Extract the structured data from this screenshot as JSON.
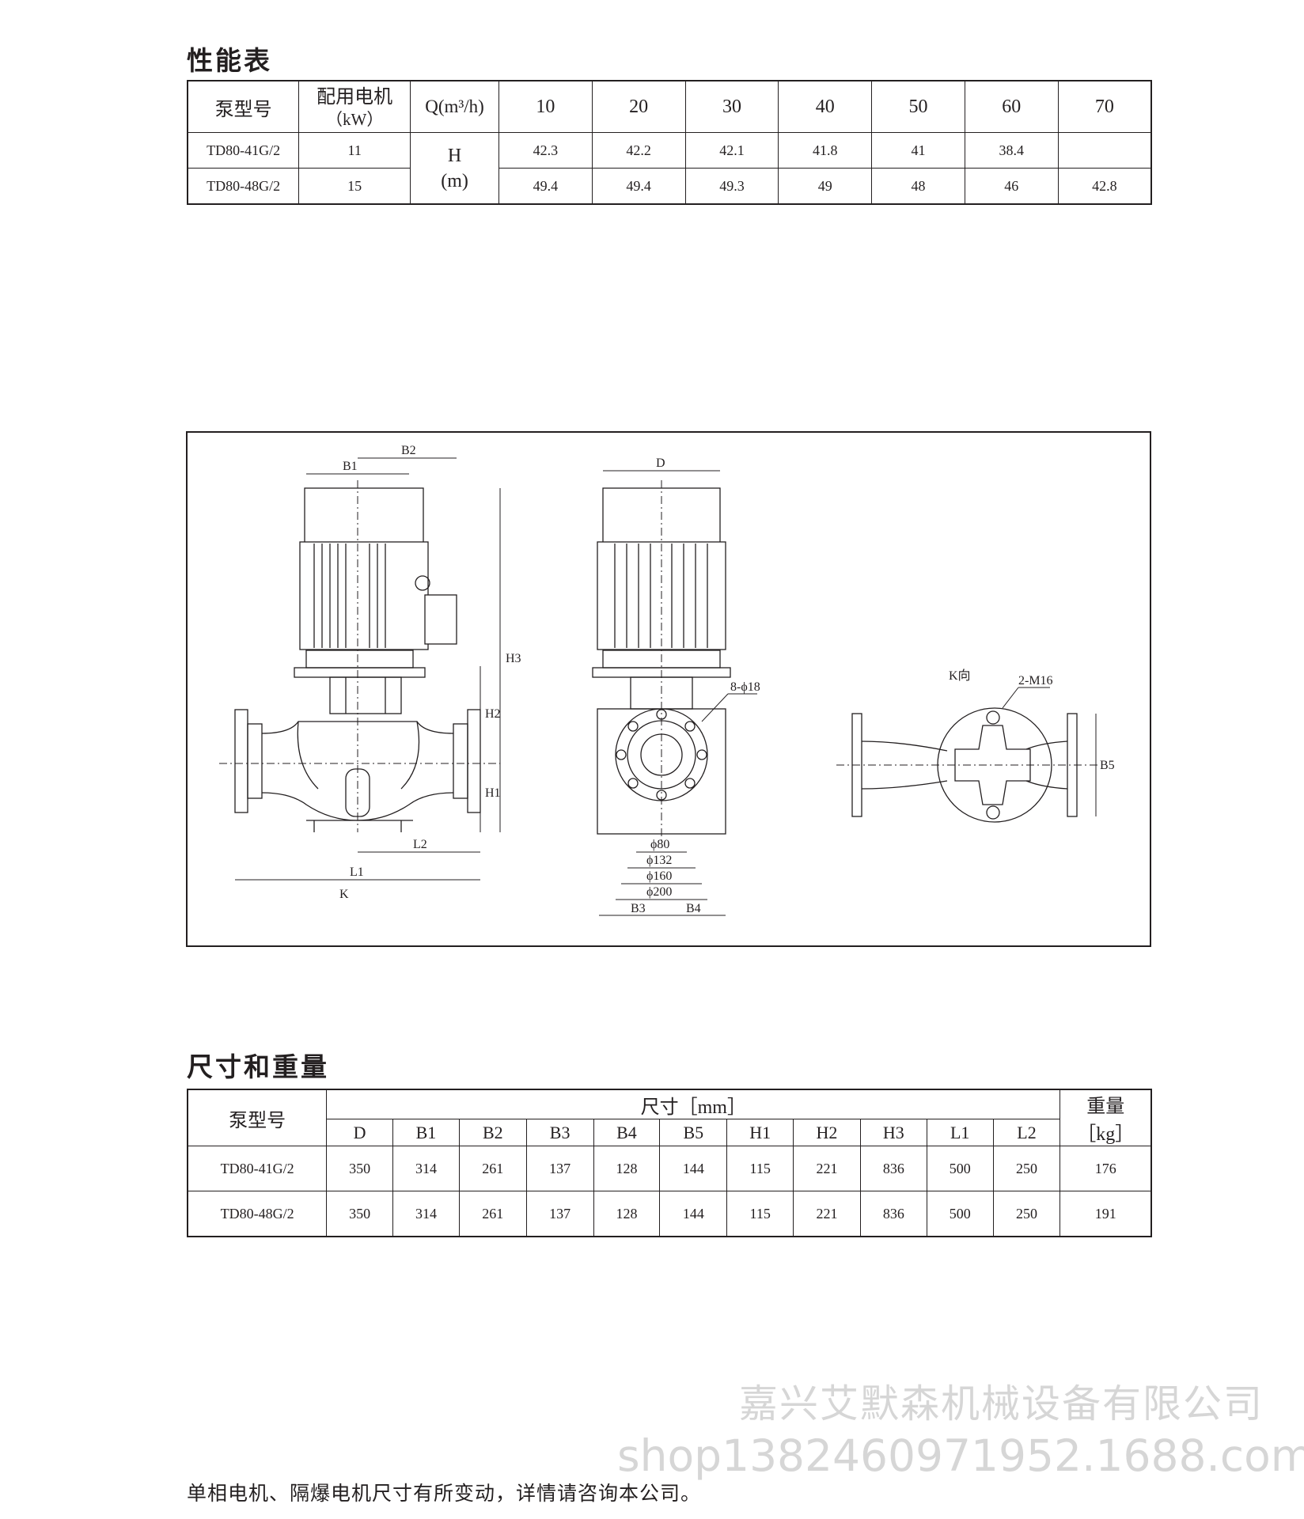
{
  "performance": {
    "title": "性能表",
    "header": {
      "model": "泵型号",
      "motor_line1": "配用电机",
      "motor_line2": "（kW）",
      "flow": "Q(m³/h)",
      "flows": [
        "10",
        "20",
        "30",
        "40",
        "50",
        "60",
        "70"
      ]
    },
    "head_label_line1": "H",
    "head_label_line2": "(m)",
    "rows": [
      {
        "model": "TD80-41G/2",
        "power": "11",
        "heads": [
          "42.3",
          "42.2",
          "42.1",
          "41.8",
          "41",
          "38.4",
          ""
        ]
      },
      {
        "model": "TD80-48G/2",
        "power": "15",
        "heads": [
          "49.4",
          "49.4",
          "49.3",
          "49",
          "48",
          "46",
          "42.8"
        ]
      }
    ]
  },
  "drawing": {
    "labels": {
      "b1": "B1",
      "b2": "B2",
      "h3": "H3",
      "h2": "H2",
      "h1": "H1",
      "l2": "L2",
      "l1": "L1",
      "k": "K",
      "d": "D",
      "holes": "8-ϕ18",
      "d80": "ϕ80",
      "d132": "ϕ132",
      "d160": "ϕ160",
      "d200": "ϕ200",
      "b3": "B3",
      "b4": "B4",
      "kview": "K向",
      "m16": "2-M16",
      "b5": "B5"
    }
  },
  "dimensions": {
    "title": "尺寸和重量",
    "model_header": "泵型号",
    "size_header": "尺寸［mm］",
    "weight_line1": "重量",
    "weight_line2": "［kg］",
    "columns": [
      "D",
      "B1",
      "B2",
      "B3",
      "B4",
      "B5",
      "H1",
      "H2",
      "H3",
      "L1",
      "L2"
    ],
    "rows": [
      {
        "model": "TD80-41G/2",
        "values": [
          "350",
          "314",
          "261",
          "137",
          "128",
          "144",
          "115",
          "221",
          "836",
          "500",
          "250"
        ],
        "weight": "176"
      },
      {
        "model": "TD80-48G/2",
        "values": [
          "350",
          "314",
          "261",
          "137",
          "128",
          "144",
          "115",
          "221",
          "836",
          "500",
          "250"
        ],
        "weight": "191"
      }
    ]
  },
  "watermark": {
    "company": "嘉兴艾默森机械设备有限公司",
    "shop": "shop1382460971952.1688.com"
  },
  "note": "单相电机、隔爆电机尺寸有所变动，详情请咨询本公司。"
}
